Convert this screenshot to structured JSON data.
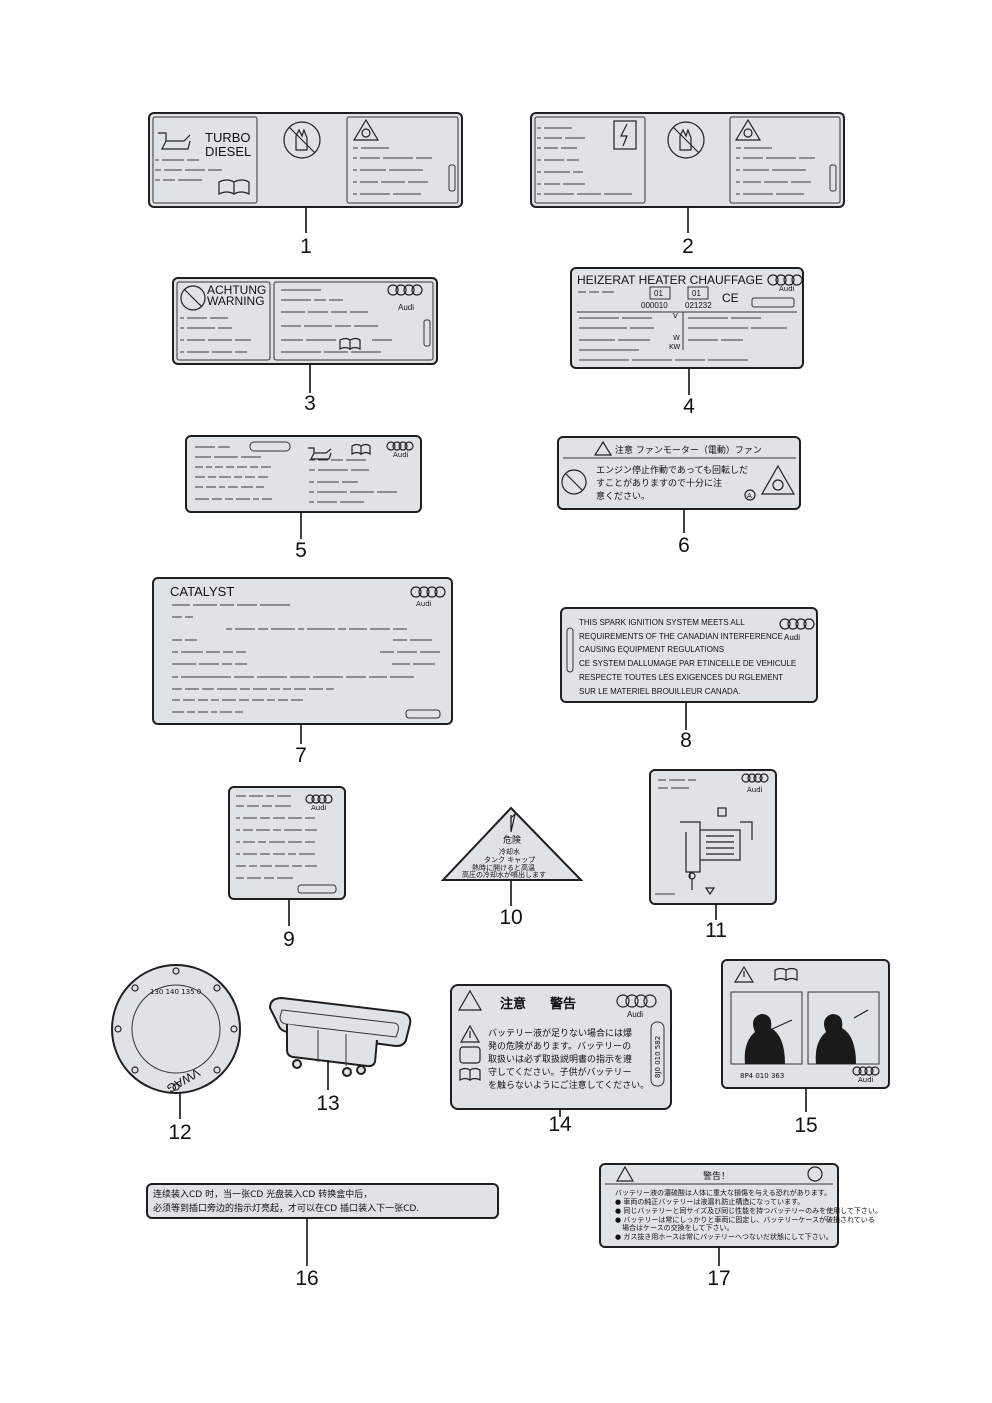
{
  "callouts": [
    "1",
    "2",
    "3",
    "4",
    "5",
    "6",
    "7",
    "8",
    "9",
    "10",
    "11",
    "12",
    "13",
    "14",
    "15",
    "16",
    "17"
  ],
  "label1": {
    "line1": "TURBO",
    "line2": "DIESEL"
  },
  "label3": {
    "line1": "ACHTUNG",
    "line2": "WARNING",
    "brand": "Audi"
  },
  "label4": {
    "title": "HEIZERAT  HEATER  CHAUFFAGE",
    "box1": "01",
    "box2": "01",
    "code1": "000010",
    "code2": "021232",
    "ce": "CE",
    "unit_v": "V",
    "unit_w": "W",
    "unit_kw": "KW",
    "brand": "Audi"
  },
  "label5": {
    "brand": "Audi"
  },
  "label6": {
    "line1": "注意  ファンモーター（電動）ファン",
    "line2": "エンジン停止作動であっても回転しだ",
    "line3": "すことがありますので十分に注",
    "line4": "意ください。",
    "mark": "A"
  },
  "label7": {
    "title": "CATALYST",
    "brand": "Audi"
  },
  "label8": {
    "lines": [
      "THIS SPARK IGNITION SYSTEM MEETS ALL",
      "REQUIREMENTS OF THE CANADIAN INTERFERENCE",
      "CAUSING EQUIPMENT REGULATIONS",
      "CE SYSTEM DALLUMAGE PAR ETINCELLE DE VEHICULE",
      "RESPECTE TOUTES LES EXIGENCES DU RGLEMENT",
      "SUR LE MATERIEL BROUILLEUR CANADA."
    ],
    "brand": "Audi"
  },
  "label9": {
    "brand": "Audi"
  },
  "label10": {
    "line1": "危険",
    "line2": "冷却水",
    "line3": "タンク キャップ",
    "line4": "熱時に開けると高温",
    "line5": "高圧の冷却水が噴出します"
  },
  "label11": {
    "brand": "Audi"
  },
  "label12": {
    "scale": "130 140 135 0",
    "text": "VWAG"
  },
  "label14": {
    "title1": "注意",
    "title2": "警告",
    "brand": "Audi",
    "lines": [
      "バッテリー液が足りない場合には爆",
      "発の危険があります。バッテリーの",
      "取扱いは必ず取扱説明書の指示を遵",
      "守してください。子供がバッテリー",
      "を触らないようにご注意してください。"
    ],
    "partno": "8J0 010 582"
  },
  "label15": {
    "partno": "8P4 010 363",
    "brand": "Audi"
  },
  "label16": {
    "line1": "连续装入CD 时，当一张CD 光盘装入CD 转换盒中后，",
    "line2": "必须等到插口旁边的指示灯亮起，才可以在CD 插口装入下一张CD."
  },
  "label17": {
    "title": "警告！",
    "lines": [
      "バッテリー液の濃硫酸は人体に重大な損傷を与える恐れがあります。",
      "● 車両の純正バッテリーは液漏れ防止構造になっています。",
      "● 同じバッテリーと同サイズ及び同じ性能を持つバッテリーのみを使用して下さい。",
      "● バッテリーは常にしっかりと車両に固定し、バッテリーケースが破損されている",
      "　場合はケースの交換をして下さい。",
      "● ガス抜き用ホースは常にバッテリーへつないだ状態にして下さい。"
    ]
  }
}
